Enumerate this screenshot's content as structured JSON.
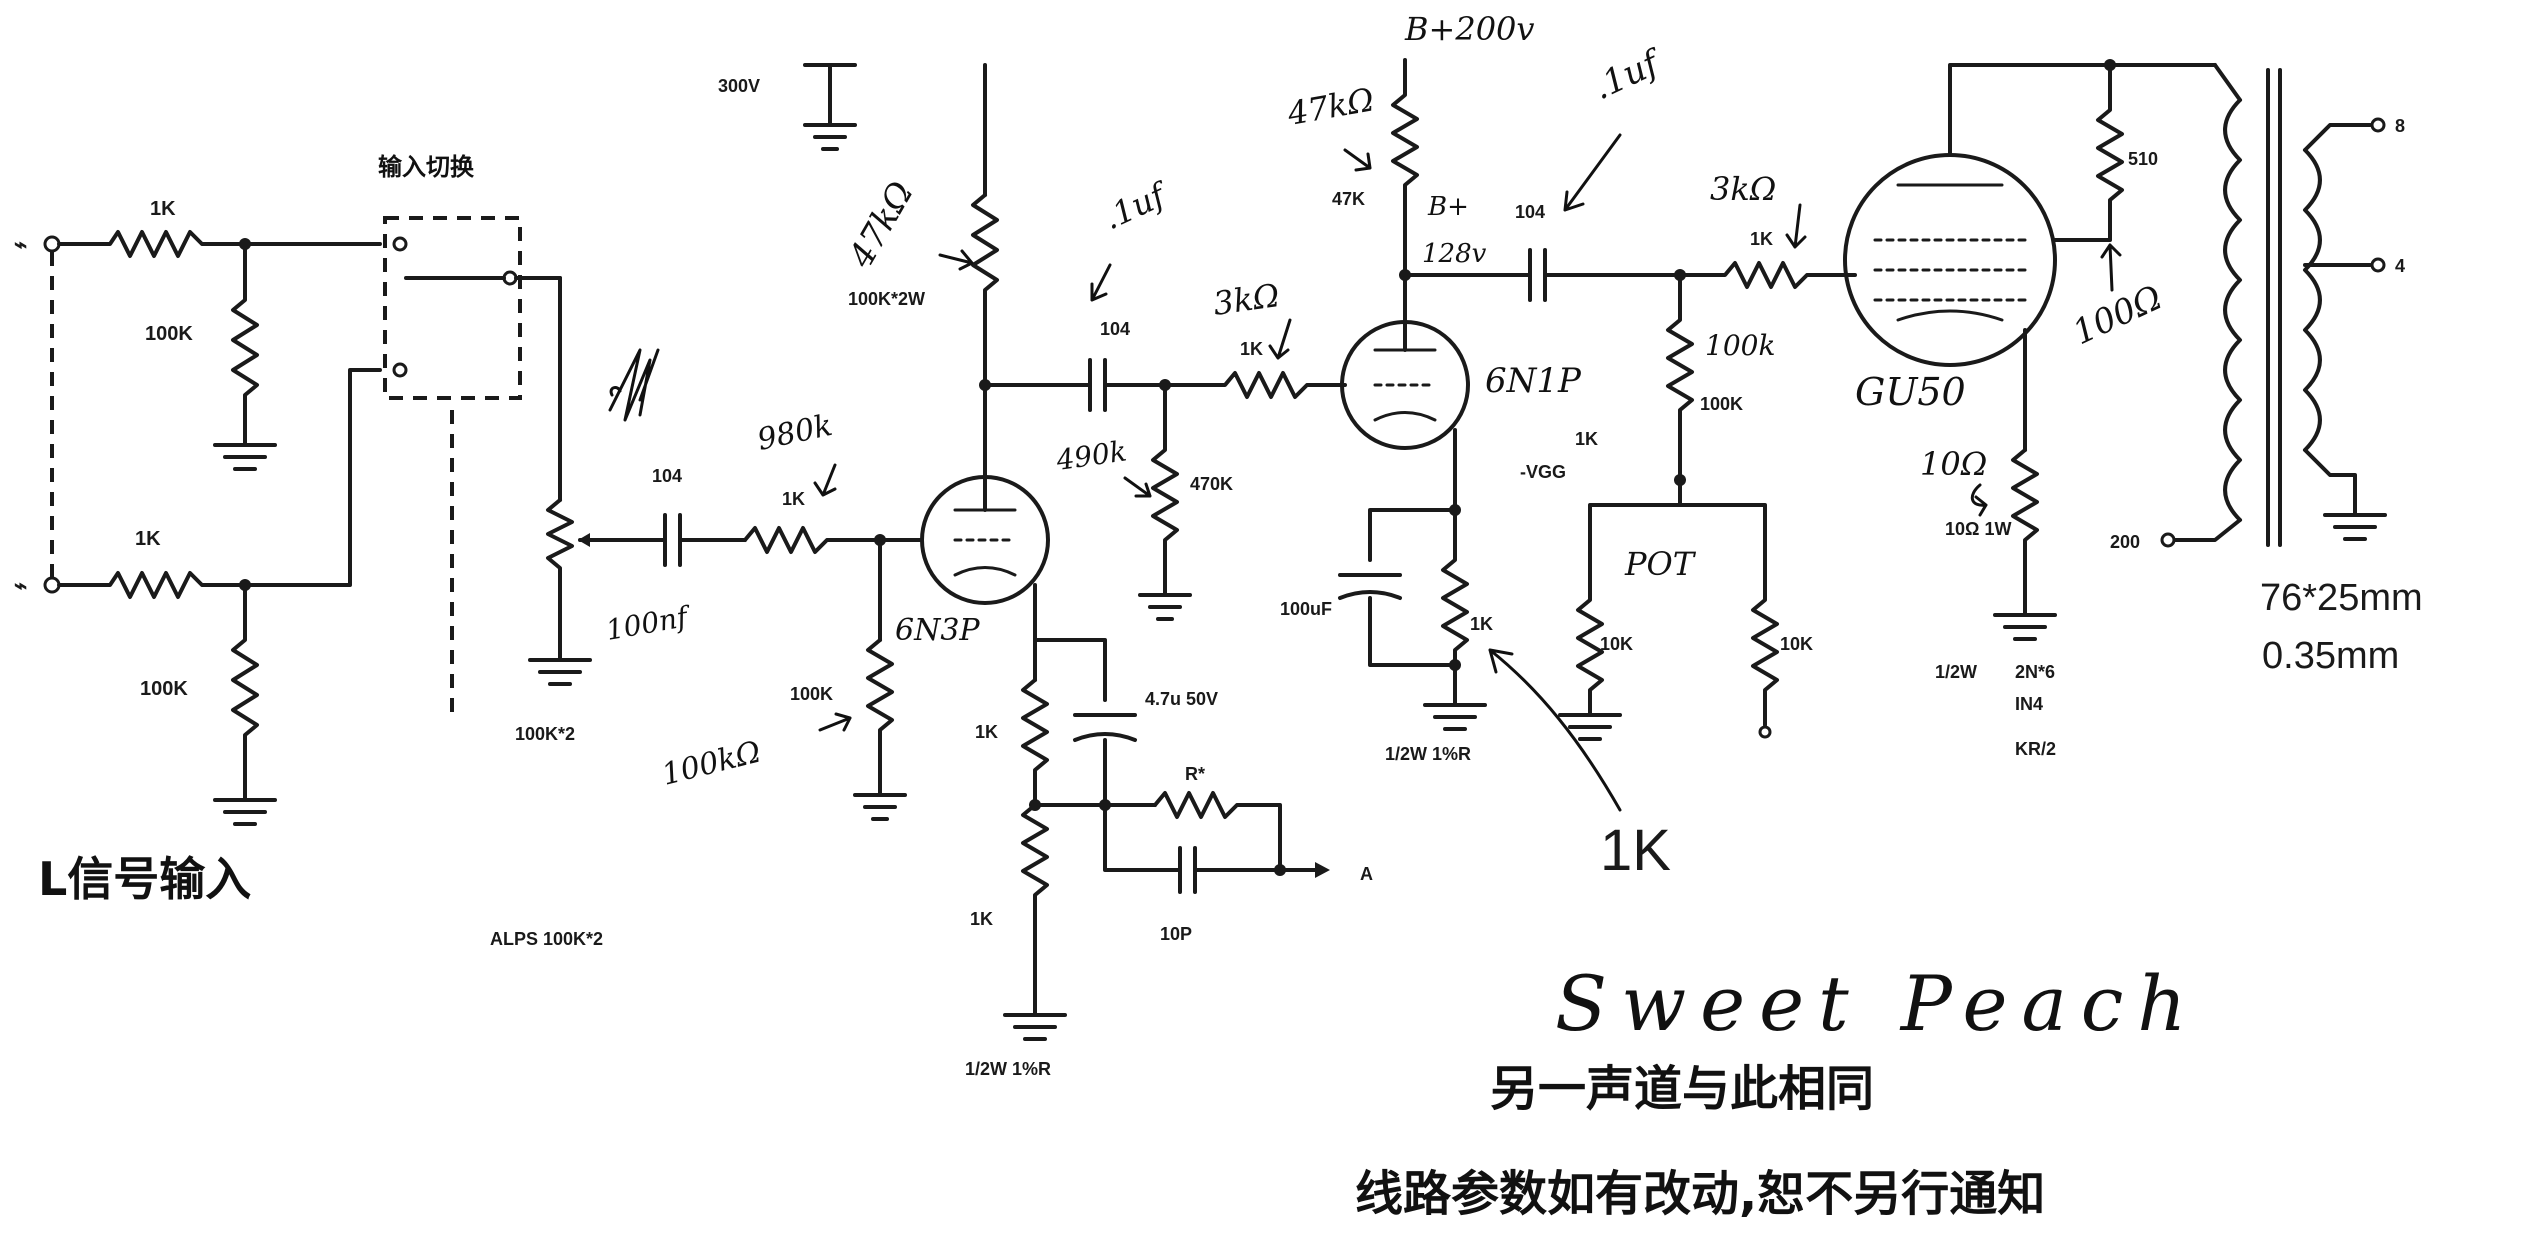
{
  "title": "Sweet Peach",
  "input_label": "L信号输入",
  "notes": {
    "same_channel": "另一声道与此相同",
    "parameters": "线路参数如有改动,恕不另行通知"
  },
  "tubes": {
    "v1": "6N3P",
    "v2": "6N1P",
    "v3": "GU50"
  },
  "annotations": {
    "cap_coupling1": "100nf",
    "res_series1": "980k",
    "res_grid1": "100kΩ",
    "res_plate1": "47kΩ",
    "cap_coupling2": ".1uf",
    "res_grid2": "490k",
    "res_series2": "3kΩ",
    "res_plate2": "47kΩ",
    "supply_b": "B+200v",
    "b_node": "B+",
    "b_node_v": "128v",
    "cap_coupling3": ".1uf",
    "res_series3": "3kΩ",
    "res_grid3": "100k",
    "pot": "POT",
    "res_cathode2": "1K",
    "res_screen": "100Ω",
    "res_cathode3": "10Ω"
  },
  "transformer": {
    "core": "76*25mm",
    "wire": "0.35mm"
  }
}
